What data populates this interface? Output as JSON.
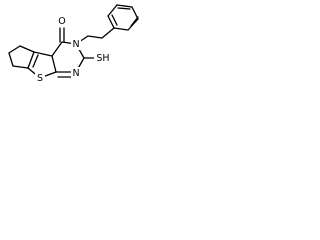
{
  "structure": {
    "labels": {
      "oxygen": "O",
      "nitrogen_3": "N",
      "nitrogen_1": "N",
      "sulfur_ring": "S",
      "thiol": "SH"
    }
  }
}
